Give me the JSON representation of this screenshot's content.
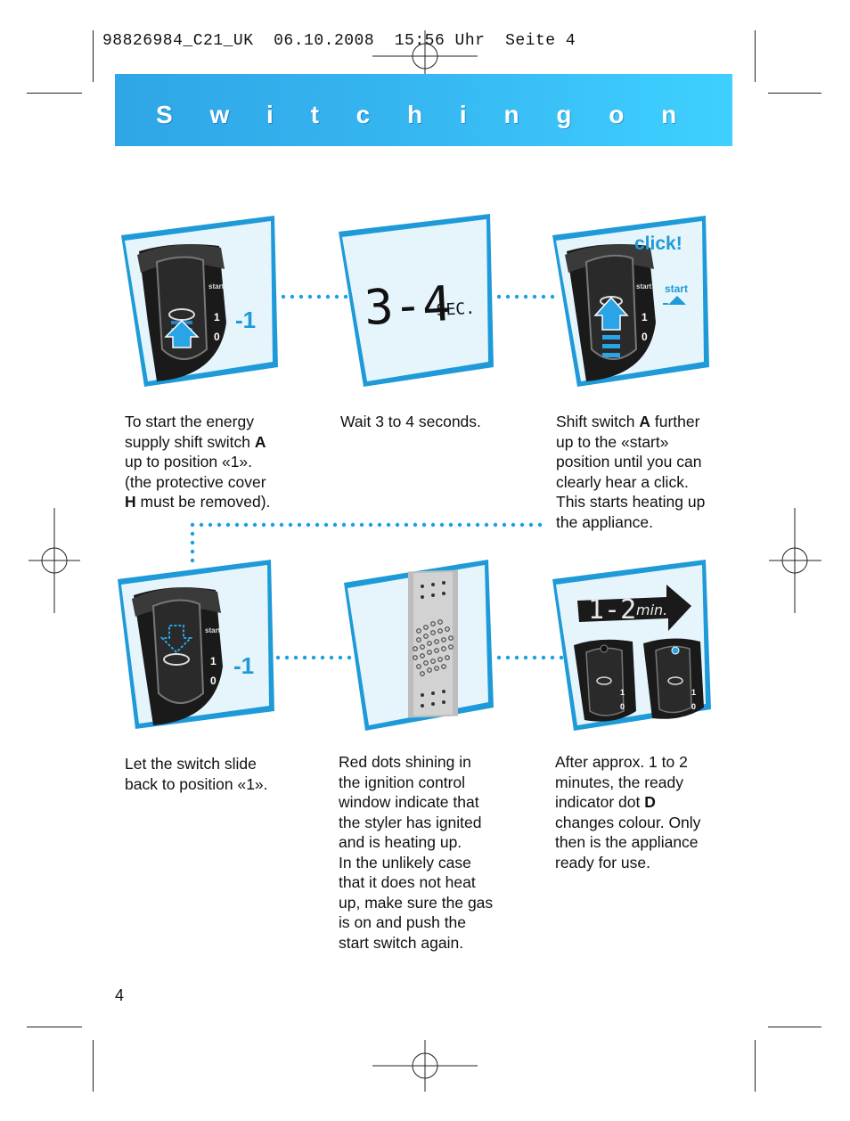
{
  "slug_line": "98826984_C21_UK  06.10.2008  15:56 Uhr  Seite 4",
  "title": "S w i t c h i n g   o n",
  "colors": {
    "accent": "#35b5f0",
    "header_grad_end": "#3fd0ff",
    "panel_blue": "#1e9ad8",
    "panel_light": "#e6f5fc",
    "dot_line": "#1aa0e0"
  },
  "steps": [
    {
      "text_before": "To start the energy\nsupply shift switch ",
      "bold1": "A",
      "text_mid": "\nup to position «1».\n(the protective cover\n",
      "bold2": "H",
      "text_after": " must be removed)."
    },
    {
      "text": "Wait 3 to 4 seconds."
    },
    {
      "text_before": "Shift switch ",
      "bold1": "A",
      "text_after": " further\nup to the «start»\nposition until you can\nclearly hear a click.\nThis starts heating up\nthe appliance."
    },
    {
      "text": "Let the switch slide\nback to position «1»."
    },
    {
      "text": "Red dots shining in\nthe ignition control\nwindow indicate that\nthe styler has ignited\nand is heating up.\nIn the unlikely case\nthat it does not heat\nup, make sure the gas\nis on and push the\nstart switch again."
    },
    {
      "text_before": "After approx. 1 to 2\nminutes, the ready\nindicator dot ",
      "bold1": "D",
      "text_after": "\nchanges colour. Only\nthen is the appliance\nready for use."
    }
  ],
  "figures": {
    "pos_label_1": "-1",
    "pos_label_4": "-1",
    "timer_1": "3-4",
    "timer_1_unit": "SEC.",
    "click_label": "click!",
    "start_label": "start",
    "switch_start": "start",
    "switch_one": "1",
    "switch_zero": "0",
    "timer_2": "1-2",
    "timer_2_unit": "min."
  },
  "page_number": "4"
}
